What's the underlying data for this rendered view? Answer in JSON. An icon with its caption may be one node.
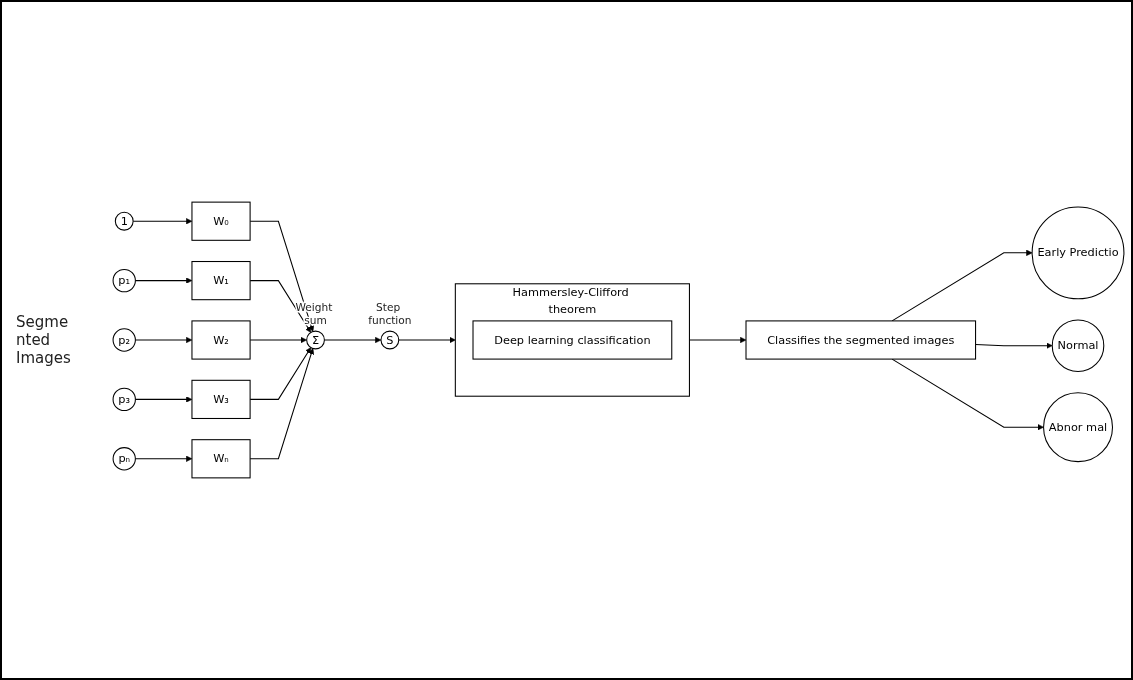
{
  "diagram": {
    "nodes": [
      {
        "text": [
          "1"
        ]
      },
      {
        "text": [
          "p₁"
        ]
      },
      {
        "text": [
          "p₂"
        ]
      },
      {
        "text": [
          "p₃"
        ]
      },
      {
        "text": [
          "pₙ"
        ]
      },
      {
        "text": [
          "W₀"
        ]
      },
      {
        "text": [
          "W₁"
        ]
      },
      {
        "text": [
          "W₂"
        ]
      },
      {
        "text": [
          "W₃"
        ]
      },
      {
        "text": [
          "Wₙ"
        ]
      },
      {
        "text": [
          "Σ"
        ],
        "beside": [
          "Weight sum"
        ]
      },
      {
        "text": [
          "S"
        ],
        "beside": [
          "Step function"
        ]
      },
      {
        "text": [
          "Hammersley-Clifford theorem"
        ]
      },
      {
        "text": [
          "Deep learning classification"
        ],
        "in": 12
      },
      {
        "text": [
          "Classifies the segmented images"
        ]
      },
      {
        "text": [
          "Early Predictio"
        ]
      },
      {
        "text": [
          "Normal"
        ]
      },
      {
        "text": [
          "Abnor mal"
        ]
      }
    ],
    "edges": [
      {
        "from": 0,
        "to": 5,
        "arrow": "to"
      },
      {
        "from": 1,
        "to": 6,
        "arrow": "to"
      },
      {
        "from": 2,
        "to": 7,
        "arrow": "to"
      },
      {
        "from": 3,
        "to": 8,
        "arrow": "to"
      },
      {
        "from": 4,
        "to": 9,
        "arrow": "to"
      },
      {
        "from": 5,
        "to": 10,
        "arrow": "to"
      },
      {
        "from": 6,
        "to": 10,
        "arrow": "to"
      },
      {
        "from": 7,
        "to": 10,
        "arrow": "to"
      },
      {
        "from": 8,
        "to": 10,
        "arrow": "to"
      },
      {
        "from": 9,
        "to": 10,
        "arrow": "to"
      },
      {
        "from": 10,
        "to": 11,
        "arrow": "to"
      },
      {
        "from": 11,
        "to": 12,
        "arrow": "to"
      },
      {
        "from": 12,
        "to": 14,
        "arrow": "to"
      },
      {
        "from": 14,
        "to": 15,
        "arrow": "to"
      },
      {
        "from": 14,
        "to": 16,
        "arrow": "to"
      },
      {
        "from": 14,
        "to": 17,
        "arrow": "to"
      }
    ],
    "labels": [
      "Segme nted Images"
    ]
  }
}
